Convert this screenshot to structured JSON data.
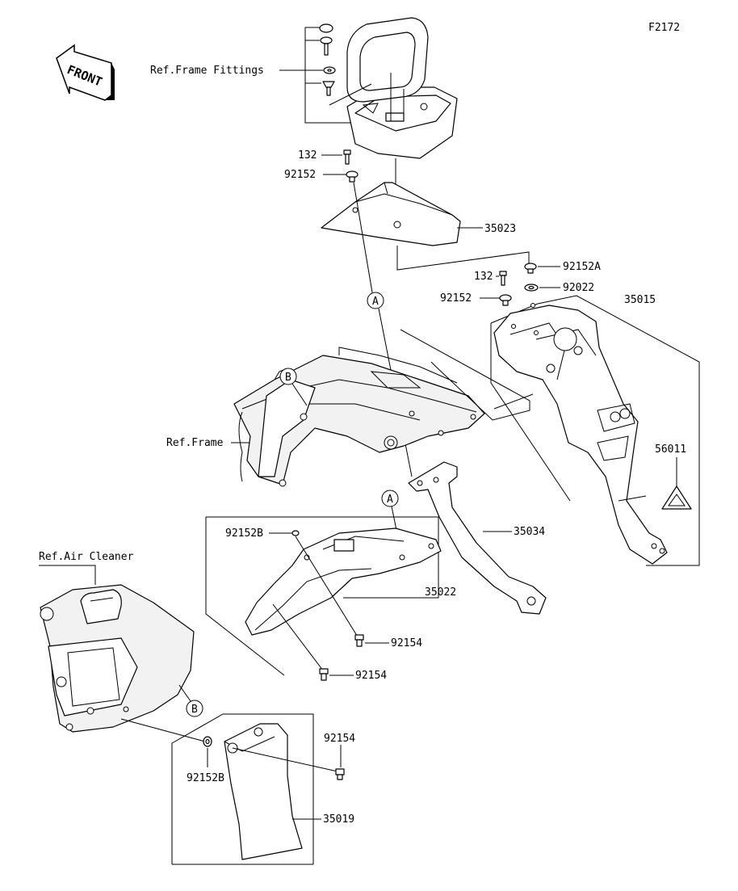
{
  "figure_code": "F2172",
  "front_label": "FRONT",
  "references": {
    "frame_fittings": "Ref.Frame Fittings",
    "frame": "Ref.Frame",
    "air_cleaner": "Ref.Air Cleaner"
  },
  "callouts": {
    "a": "A",
    "b": "B"
  },
  "parts": {
    "p132_upper": "132",
    "p92152_upper": "92152",
    "p35023": "35023",
    "p92152A": "92152A",
    "p132_mid": "132",
    "p92022": "92022",
    "p92152_mid": "92152",
    "p35015": "35015",
    "p56011": "56011",
    "p92152B_upper": "92152B",
    "p35034": "35034",
    "p35022": "35022",
    "p92154_a": "92154",
    "p92154_b": "92154",
    "p92154_c": "92154",
    "p92152B_lower": "92152B",
    "p35019": "35019"
  }
}
